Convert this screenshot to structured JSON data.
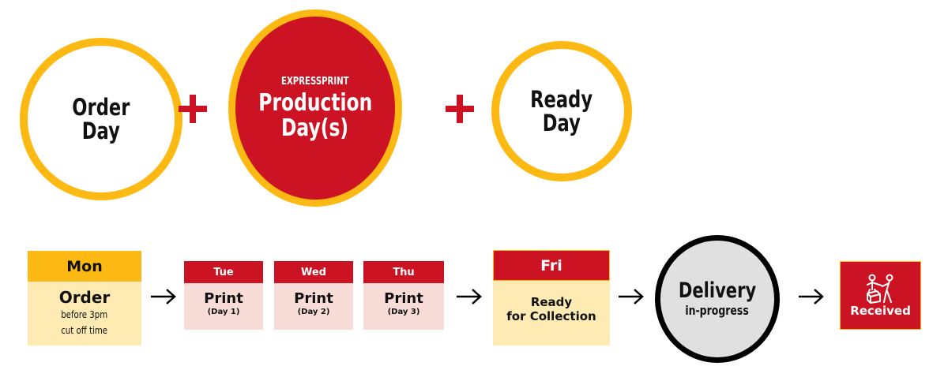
{
  "colors": {
    "gold": "#fdb913",
    "red": "#cc1323",
    "light_yellow": "#fdebb3",
    "light_pink": "#f8dcd7",
    "grey": "#e0e0e0",
    "black": "#000000"
  },
  "top_row": {
    "order_day": {
      "line1": "Order",
      "line2": "Day"
    },
    "production": {
      "brand": "EXPRESSPRINT",
      "line1": "Production",
      "line2": "Day(s)"
    },
    "ready_day": {
      "line1": "Ready",
      "line2": "Day"
    },
    "plus_symbol": "+"
  },
  "timeline": {
    "mon": {
      "day": "Mon",
      "title": "Order",
      "line1": "before 3pm",
      "line2": "cut off time"
    },
    "print_days": [
      {
        "day": "Tue",
        "title": "Print",
        "sub": "(Day 1)"
      },
      {
        "day": "Wed",
        "title": "Print",
        "sub": "(Day 2)"
      },
      {
        "day": "Thu",
        "title": "Print",
        "sub": "(Day 3)"
      }
    ],
    "fri": {
      "day": "Fri",
      "line1": "Ready",
      "line2": "for Collection"
    },
    "delivery": {
      "title": "Delivery",
      "sub": "in-progress"
    },
    "received": {
      "label": "Received",
      "icon": "handover-package-icon"
    },
    "arrow_icon": "right-arrow-icon"
  }
}
